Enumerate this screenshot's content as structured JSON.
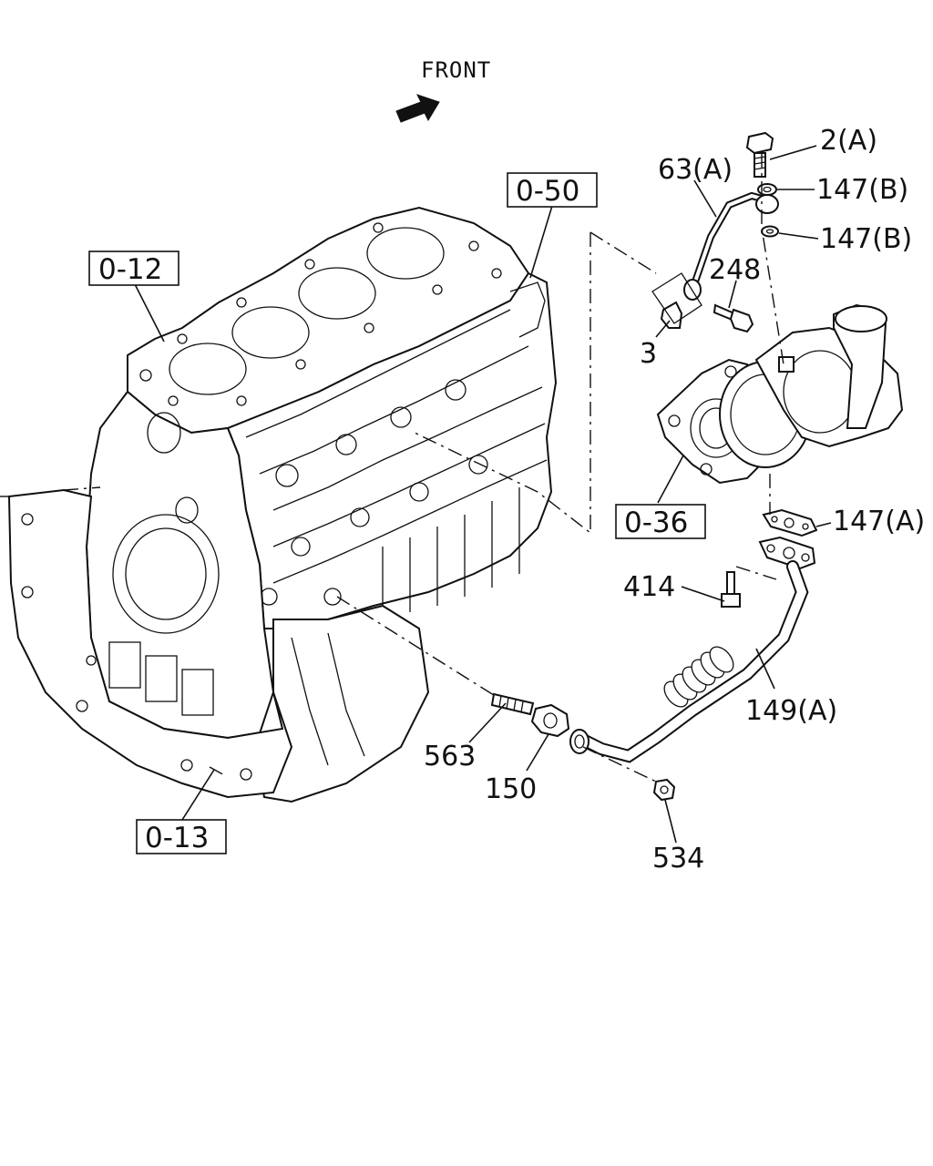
{
  "front_label": "FRONT",
  "ref_boxes": {
    "r012": "0-12",
    "r050": "0-50",
    "r036": "0-36",
    "r013": "0-13"
  },
  "callouts": {
    "c2a": "2(A)",
    "c63a": "63(A)",
    "c147b1": "147(B)",
    "c147b2": "147(B)",
    "c248": "248",
    "c3": "3",
    "c147a": "147(A)",
    "c414": "414",
    "c149a": "149(A)",
    "c563": "563",
    "c150": "150",
    "c534": "534"
  }
}
